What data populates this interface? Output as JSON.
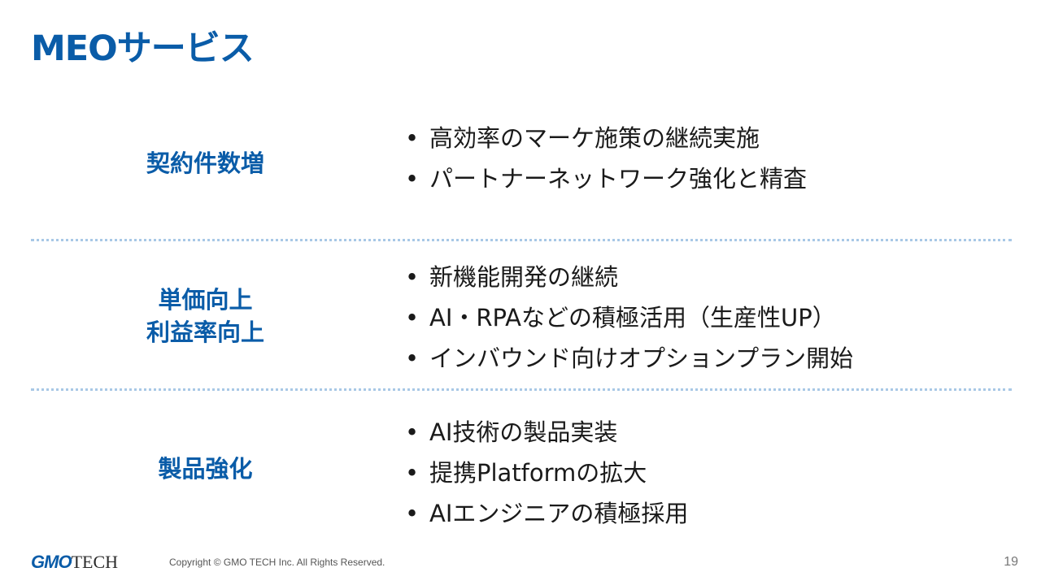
{
  "title": "MEOサービス",
  "sections": [
    {
      "label_lines": [
        "契約件数増"
      ],
      "bullets": [
        "高効率のマーケ施策の継続実施",
        "パートナーネットワーク強化と精査"
      ]
    },
    {
      "label_lines": [
        "単価向上",
        "利益率向上"
      ],
      "bullets": [
        "新機能開発の継続",
        "AI・RPAなどの積極活用（生産性UP）",
        "インバウンド向けオプションプラン開始"
      ]
    },
    {
      "label_lines": [
        "製品強化"
      ],
      "bullets": [
        "AI技術の製品実装",
        "提携Platformの拡大",
        "AIエンジニアの積極採用"
      ]
    }
  ],
  "footer": {
    "logo_primary": "GMO",
    "logo_secondary": "TECH",
    "copyright": "Copyright © GMO TECH Inc. All Rights Reserved.",
    "page_number": "19"
  },
  "colors": {
    "accent": "#0a5ca8",
    "divider": "#a8c8e6",
    "text": "#1a1a1a"
  }
}
